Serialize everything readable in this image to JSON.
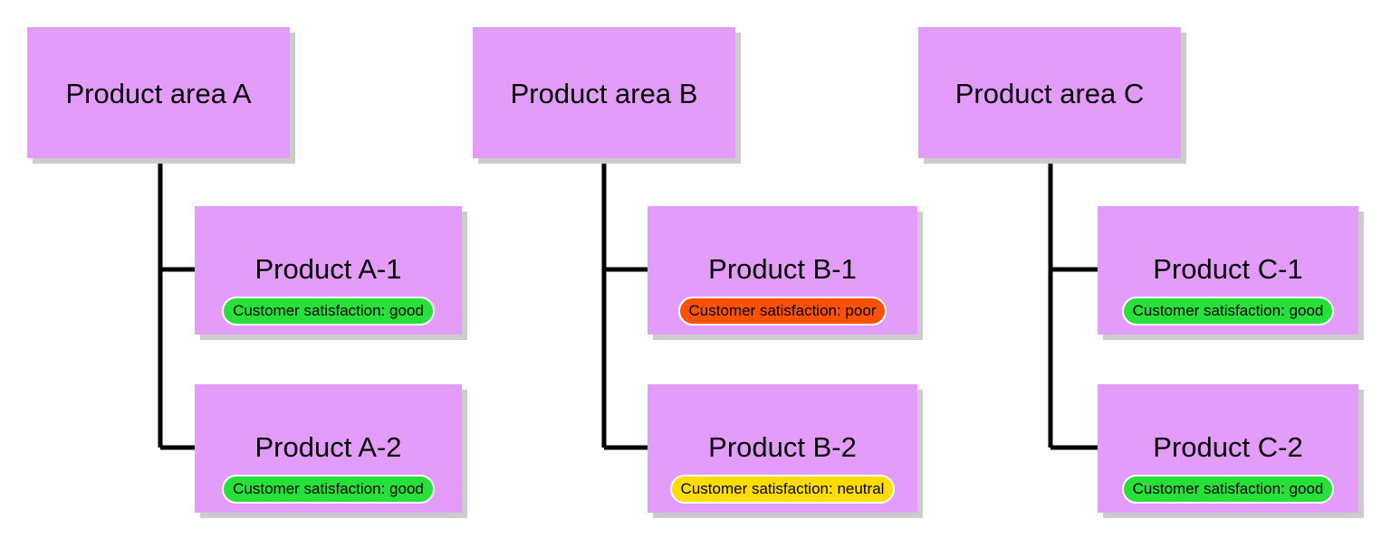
{
  "colors": {
    "node_fill": "#e49cfa",
    "shadow": "#cccccc",
    "good": "#27e03a",
    "poor": "#ff5200",
    "neutral": "#ffdd00"
  },
  "areas": [
    {
      "title": "Product area A",
      "products": [
        {
          "title": "Product A-1",
          "satisfaction_label": "Customer satisfaction: good",
          "status": "good"
        },
        {
          "title": "Product A-2",
          "satisfaction_label": "Customer satisfaction: good",
          "status": "good"
        }
      ]
    },
    {
      "title": "Product area B",
      "products": [
        {
          "title": "Product B-1",
          "satisfaction_label": "Customer satisfaction: poor",
          "status": "poor"
        },
        {
          "title": "Product B-2",
          "satisfaction_label": "Customer satisfaction: neutral",
          "status": "neutral"
        }
      ]
    },
    {
      "title": "Product area C",
      "products": [
        {
          "title": "Product C-1",
          "satisfaction_label": "Customer satisfaction: good",
          "status": "good"
        },
        {
          "title": "Product C-2",
          "satisfaction_label": "Customer satisfaction: good",
          "status": "good"
        }
      ]
    }
  ]
}
